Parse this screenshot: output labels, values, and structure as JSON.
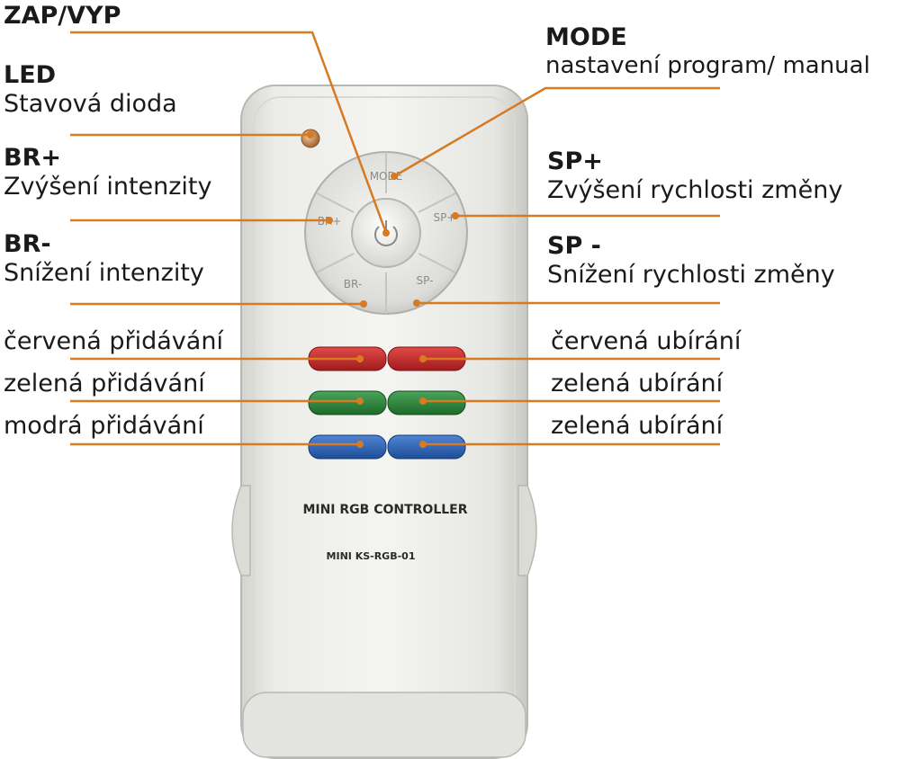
{
  "labels": {
    "zap_vyp": {
      "title": "ZAP/VYP"
    },
    "led": {
      "title": "LED",
      "desc": "Stavová dioda"
    },
    "br_plus": {
      "title": "BR+",
      "desc": "Zvýšení intenzity"
    },
    "br_minus": {
      "title": "BR-",
      "desc": "Snížení intenzity"
    },
    "mode": {
      "title": "MODE",
      "desc": "nastavení program/ manual"
    },
    "sp_plus": {
      "title": "SP+",
      "desc": "Zvýšení rychlosti změny"
    },
    "sp_minus": {
      "title": "SP -",
      "desc": "Snížení rychlosti změny"
    },
    "red_add": "červená přidávání",
    "green_add": "zelená přidávání",
    "blue_add": "modrá přidávání",
    "red_sub": "červená ubírání",
    "green_sub": "zelená ubírání",
    "blue_sub": "zelená ubírání"
  },
  "remote": {
    "wheel_labels": {
      "mode": "MODE",
      "br_plus": "BR+",
      "sp_plus": "SP+",
      "br_minus": "BR-",
      "sp_minus": "SP-"
    },
    "product_name": "MINI RGB CONTROLLER",
    "model": "MINI KS-RGB-01"
  },
  "colors": {
    "leader": "#d77a22",
    "red_button": "#c8282a",
    "green_button": "#2b8a3a",
    "blue_button": "#2a62b8"
  }
}
